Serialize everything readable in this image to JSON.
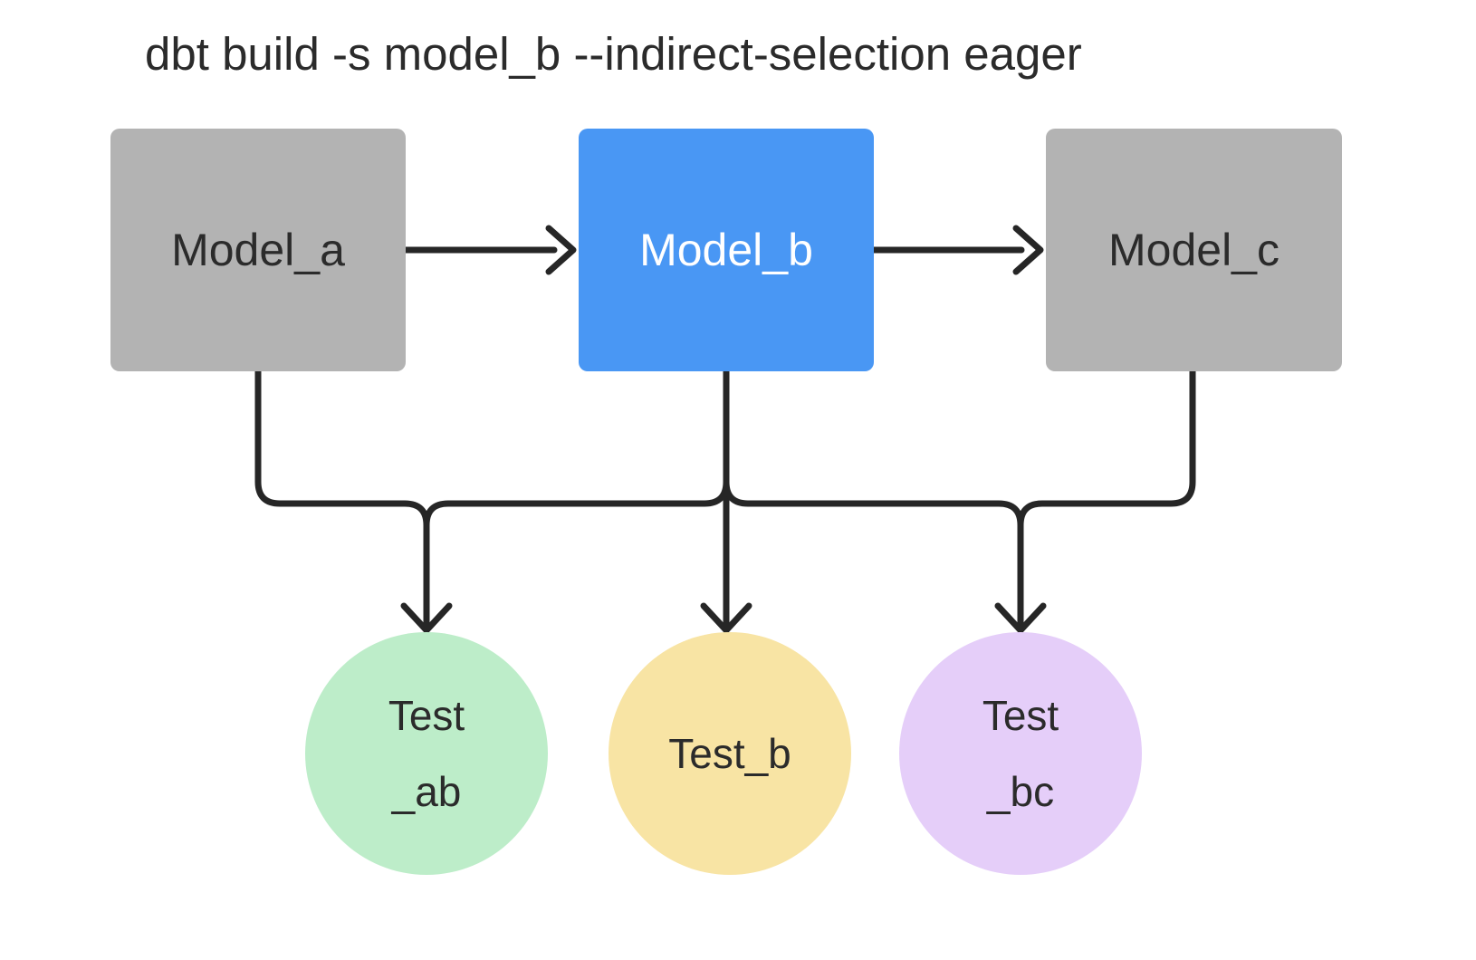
{
  "title": "dbt build -s model_b --indirect-selection eager",
  "colors": {
    "selected_node_bg": "#4997f4",
    "unselected_node_bg": "#b3b3b3",
    "test_ab_bg": "#bdedc9",
    "test_b_bg": "#f8e4a4",
    "test_bc_bg": "#e5cef9",
    "edge": "#262626",
    "label_dark": "#2b2b2b",
    "label_light": "#ffffff"
  },
  "models": [
    {
      "id": "model_a",
      "label": "Model_a",
      "selected": false
    },
    {
      "id": "model_b",
      "label": "Model_b",
      "selected": true
    },
    {
      "id": "model_c",
      "label": "Model_c",
      "selected": false
    }
  ],
  "tests": [
    {
      "id": "test_ab",
      "lines": [
        "Test",
        "_ab"
      ]
    },
    {
      "id": "test_b",
      "lines": [
        "Test_b"
      ]
    },
    {
      "id": "test_bc",
      "lines": [
        "Test",
        "_bc"
      ]
    }
  ]
}
